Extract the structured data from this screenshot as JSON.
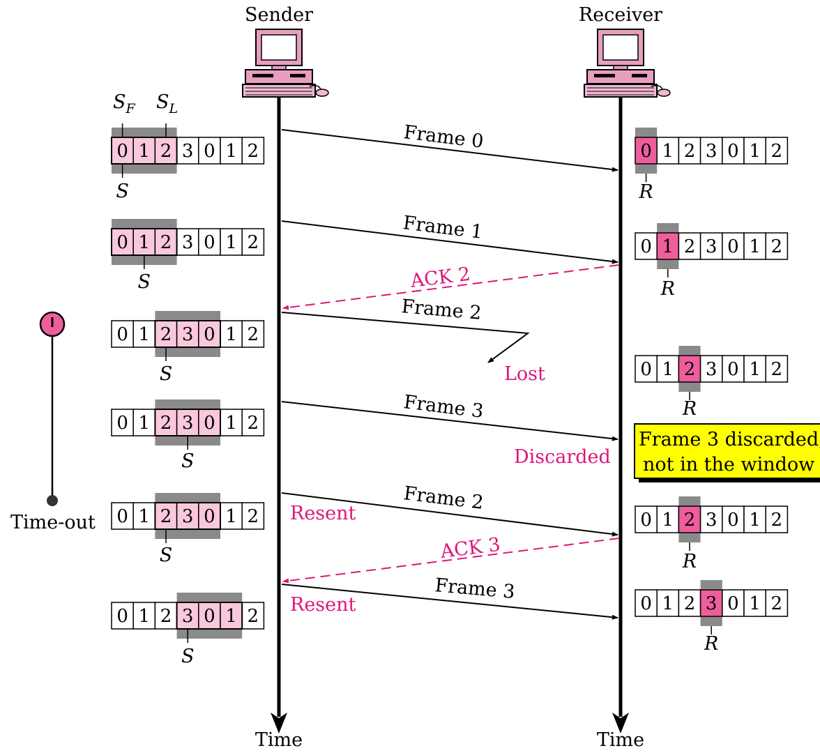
{
  "colors": {
    "accent": "#e0147c",
    "window_fill": "#f9c8dc",
    "receive_fill": "#ee5e9c",
    "window_bar": "#8a8a8a",
    "note_bg": "#ffff00"
  },
  "icons": {
    "computer": "desktop-computer-icon",
    "timer": "timer-icon"
  },
  "labels": {
    "sender": "Sender",
    "receiver": "Receiver",
    "time": "Time",
    "timeout": "Time-out",
    "sf": "S",
    "sf_sub": "F",
    "sl": "S",
    "sl_sub": "L",
    "s": "S",
    "r": "R"
  },
  "sequence": [
    "0",
    "1",
    "2",
    "3",
    "0",
    "1",
    "2"
  ],
  "messages": [
    {
      "label": "Frame 0"
    },
    {
      "label": "Frame 1"
    },
    {
      "label": "ACK 2"
    },
    {
      "label": "Frame 2"
    },
    {
      "label": "Frame 3"
    },
    {
      "label": "Frame 2"
    },
    {
      "label": "ACK 3"
    },
    {
      "label": "Frame 3"
    }
  ],
  "annotations": {
    "lost": "Lost",
    "discarded": "Discarded",
    "resent_1": "Resent",
    "resent_2": "Resent"
  },
  "note": {
    "line1": "Frame 3 discarded,",
    "line2": "not in the window"
  }
}
